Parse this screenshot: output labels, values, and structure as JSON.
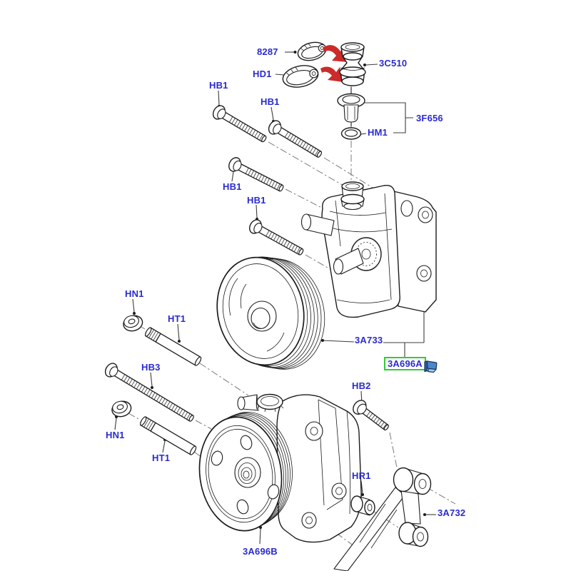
{
  "diagram_type": "exploded-parts-diagram",
  "assembly": "power-steering-pump",
  "labels": [
    {
      "text": "8287"
    },
    {
      "text": "3C510"
    },
    {
      "text": "HD1"
    },
    {
      "text": "HB1"
    },
    {
      "text": "HB1"
    },
    {
      "text": "3F656"
    },
    {
      "text": "HM1"
    },
    {
      "text": "HB1"
    },
    {
      "text": "HB1"
    },
    {
      "text": "HN1"
    },
    {
      "text": "HT1"
    },
    {
      "text": "3A733"
    },
    {
      "text": "3A696A"
    },
    {
      "text": "HB3"
    },
    {
      "text": "HB2"
    },
    {
      "text": "HN1"
    },
    {
      "text": "HT1"
    },
    {
      "text": "HR1"
    },
    {
      "text": "3A732"
    },
    {
      "text": "3A696B"
    }
  ],
  "highlighted_part": "3A696A",
  "icons": [
    {
      "name": "part-catalog-book-icon"
    }
  ],
  "colors": {
    "label": "#2a2ad0",
    "highlight": "#33cc33",
    "arrow": "#cc2b2b",
    "line": "#1c1c1c",
    "dash": "#7a7a7a",
    "icon_fill": "#4d86c8",
    "icon_light": "#a8cdf0",
    "icon_dark": "#16365c"
  }
}
